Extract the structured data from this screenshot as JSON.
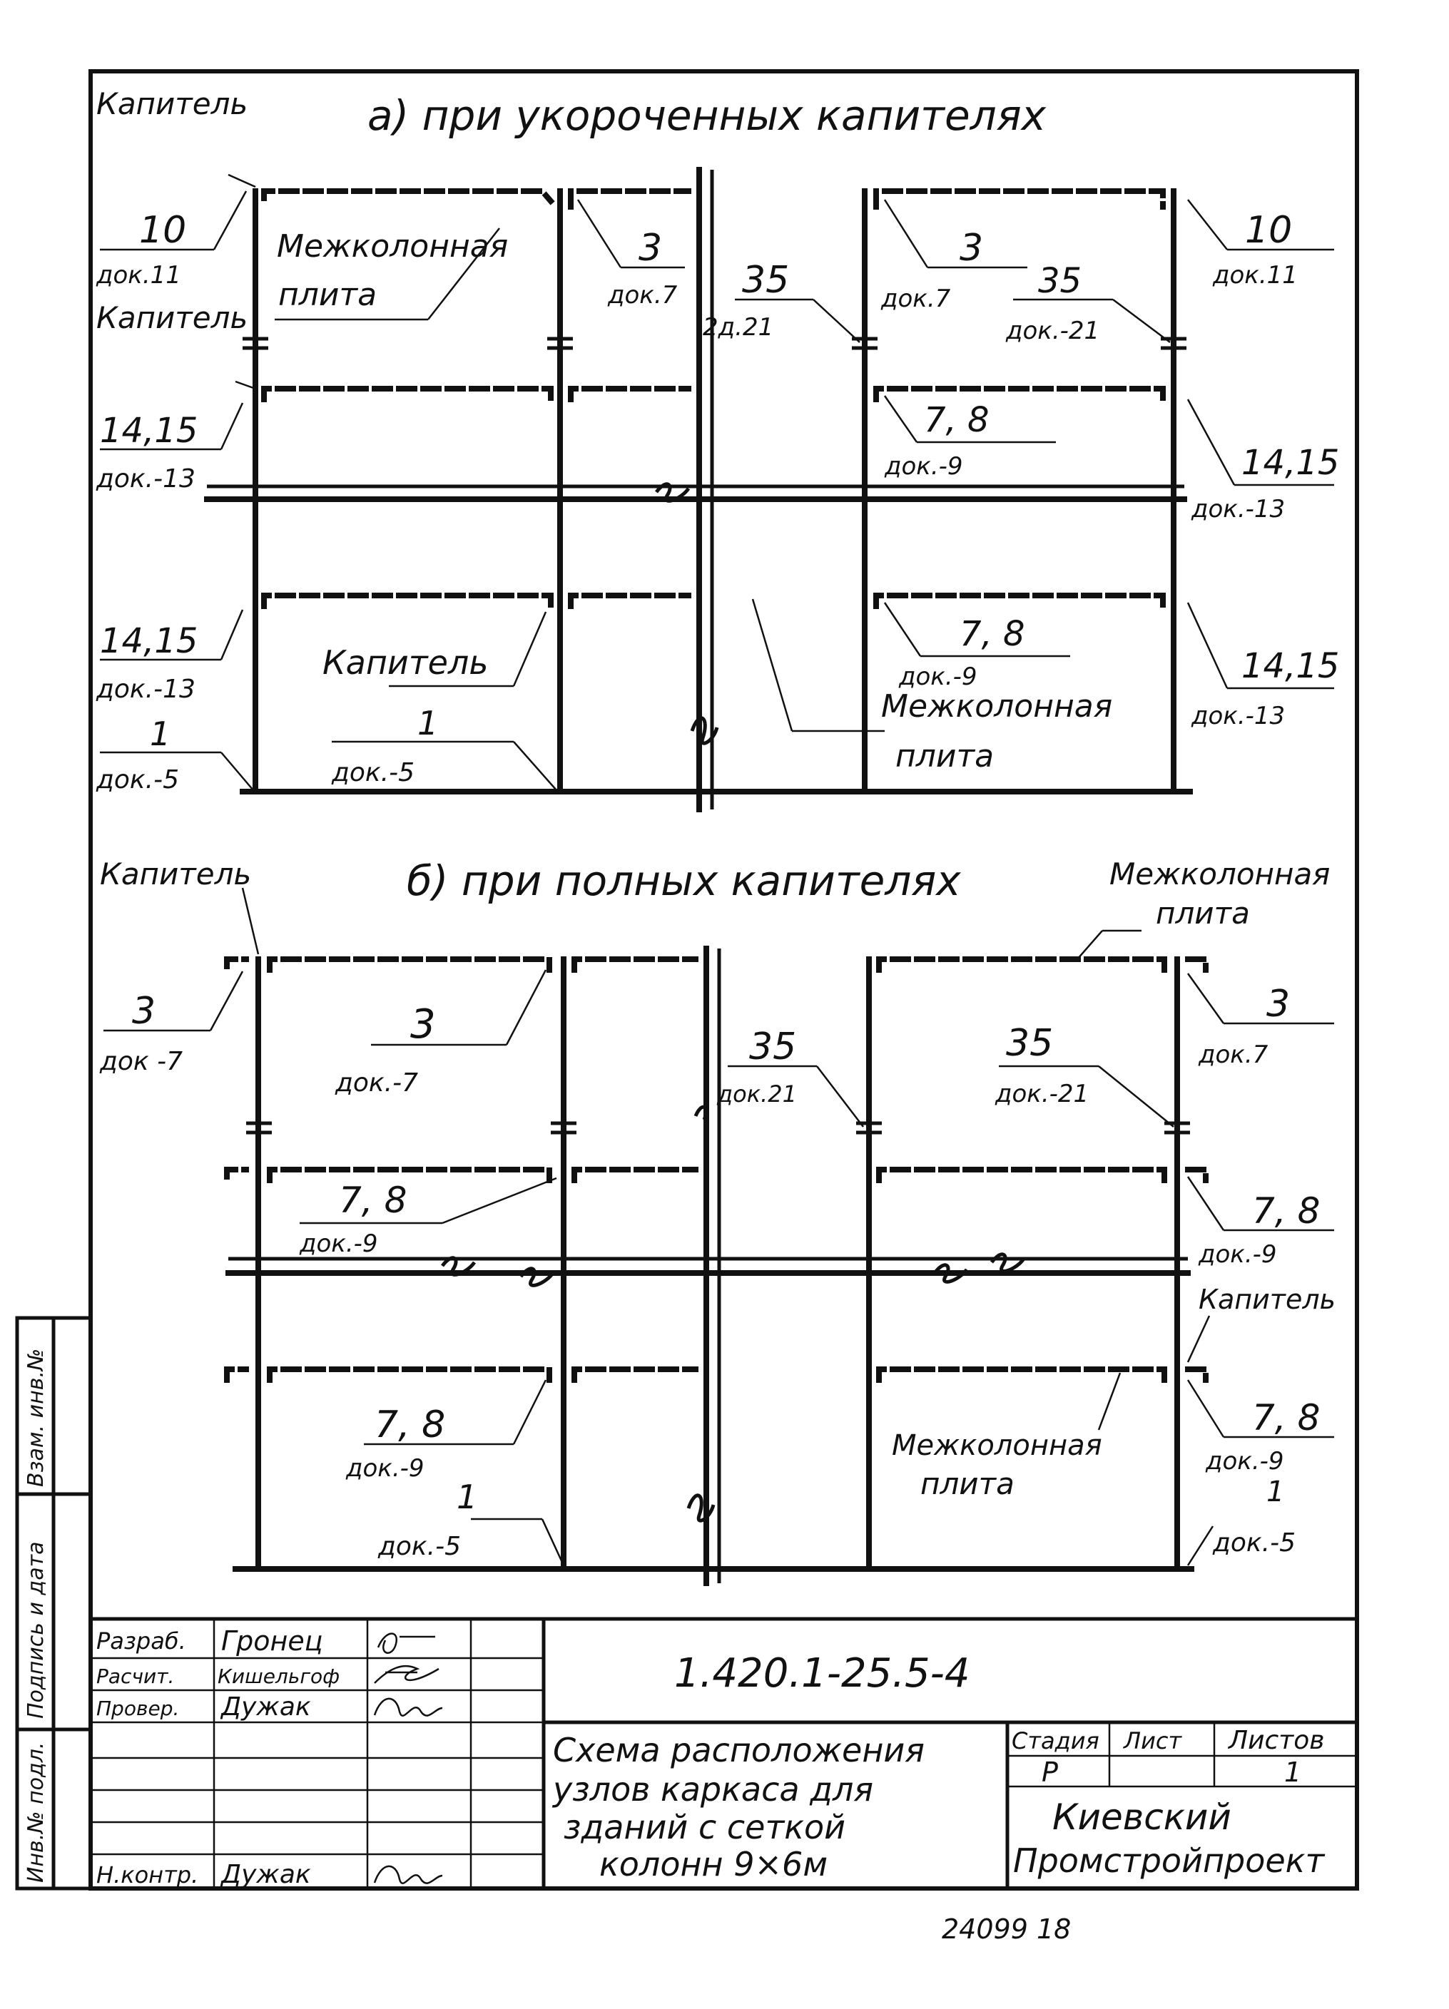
{
  "diagram_a": {
    "title": "а) при укороченных капителях",
    "label_capital_top": "Капитель",
    "label_capital_left": "Капитель",
    "label_capital_mid": "Капитель",
    "label_slab_top": "Межколонная",
    "label_slab_top_2": "плита",
    "label_slab_bottom": "Межколонная",
    "label_slab_bottom_2": "плита",
    "callouts": [
      {
        "num": "10",
        "doc": "док.11"
      },
      {
        "num": "3",
        "doc": "док.7"
      },
      {
        "num": "35",
        "doc": "2д.21"
      },
      {
        "num": "3",
        "doc": "док.7"
      },
      {
        "num": "35",
        "doc": "док.-21"
      },
      {
        "num": "10",
        "doc": "док.11"
      },
      {
        "num": "14,15",
        "doc": "док.-13"
      },
      {
        "num": "7, 8",
        "doc": "док.-9"
      },
      {
        "num": "14,15",
        "doc": "док.-13"
      },
      {
        "num": "14,15",
        "doc": "док.-13"
      },
      {
        "num": "1",
        "doc": "док.-5"
      },
      {
        "num": "1",
        "doc": "док.-5"
      },
      {
        "num": "7, 8",
        "doc": "док.-9"
      },
      {
        "num": "14,15",
        "doc": "док.-13"
      }
    ]
  },
  "diagram_b": {
    "title": "б) при полных капителях",
    "label_capital_top": "Капитель",
    "label_capital_right": "Капитель",
    "label_slab_top": "Межколонная",
    "label_slab_top_2": "плита",
    "label_slab_bottom": "Межколонная",
    "label_slab_bottom_2": "плита",
    "callouts": [
      {
        "num": "3",
        "doc": "док -7"
      },
      {
        "num": "3",
        "doc": "док.-7"
      },
      {
        "num": "35",
        "doc": "док.21"
      },
      {
        "num": "35",
        "doc": "док.-21"
      },
      {
        "num": "3",
        "doc": "док.7"
      },
      {
        "num": "7, 8",
        "doc": "док.-9"
      },
      {
        "num": "7, 8",
        "doc": "док.-9"
      },
      {
        "num": "7, 8",
        "doc": "док.-9"
      },
      {
        "num": "1",
        "doc": "док.-5"
      },
      {
        "num": "7, 8",
        "doc": "док.-9"
      },
      {
        "num": "1",
        "doc": "док.-5"
      }
    ]
  },
  "title_block": {
    "code": "1.420.1-25.5-4",
    "title_lines": [
      "Схема расположения",
      "узлов каркаса для",
      "зданий с сеткой",
      "колонн 9×6м"
    ],
    "stage_header": "Стадия",
    "sheet_header": "Лист",
    "sheets_header": "Листов",
    "stage_value": "Р",
    "sheets_value": "1",
    "org_line1": "Киевский",
    "org_line2": "Промстройпроект",
    "roles": [
      {
        "role": "Разраб.",
        "name": "Гронец"
      },
      {
        "role": "Расчит.",
        "name": "Кишельгоф"
      },
      {
        "role": "Провер.",
        "name": "Дужак"
      },
      {
        "role": "Н.контр.",
        "name": "Дужак"
      }
    ]
  },
  "side_stamp": {
    "inv_no": "Инв.№ подл.",
    "sign_date": "Подпись и дата",
    "replace_inv": "Взам. инв.№"
  },
  "footer_number": "24099 18"
}
